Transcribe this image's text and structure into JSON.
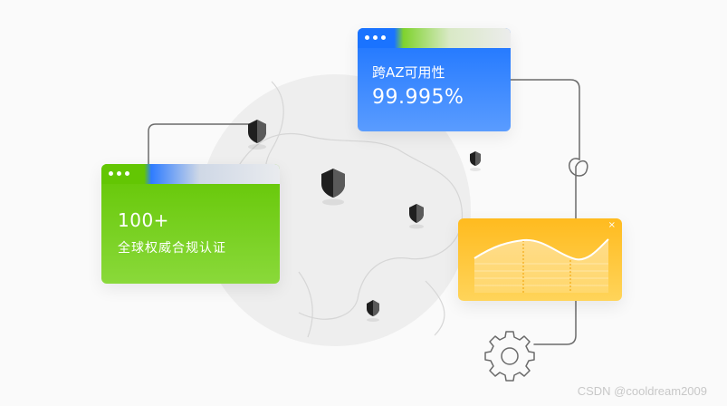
{
  "cards": {
    "certification": {
      "count": "100+",
      "label": "全球权威合规认证"
    },
    "availability": {
      "label": "跨AZ可用性",
      "value": "99.995%"
    }
  },
  "icons": [
    "shield-icon",
    "gear-icon",
    "close-icon"
  ],
  "colors": {
    "green": "#63c603",
    "blue": "#1a73ff",
    "yellow": "#ffbb1f",
    "globe": "#eeeeee",
    "line": "#6b6b6b"
  },
  "watermark": "CSDN @cooldream2009"
}
